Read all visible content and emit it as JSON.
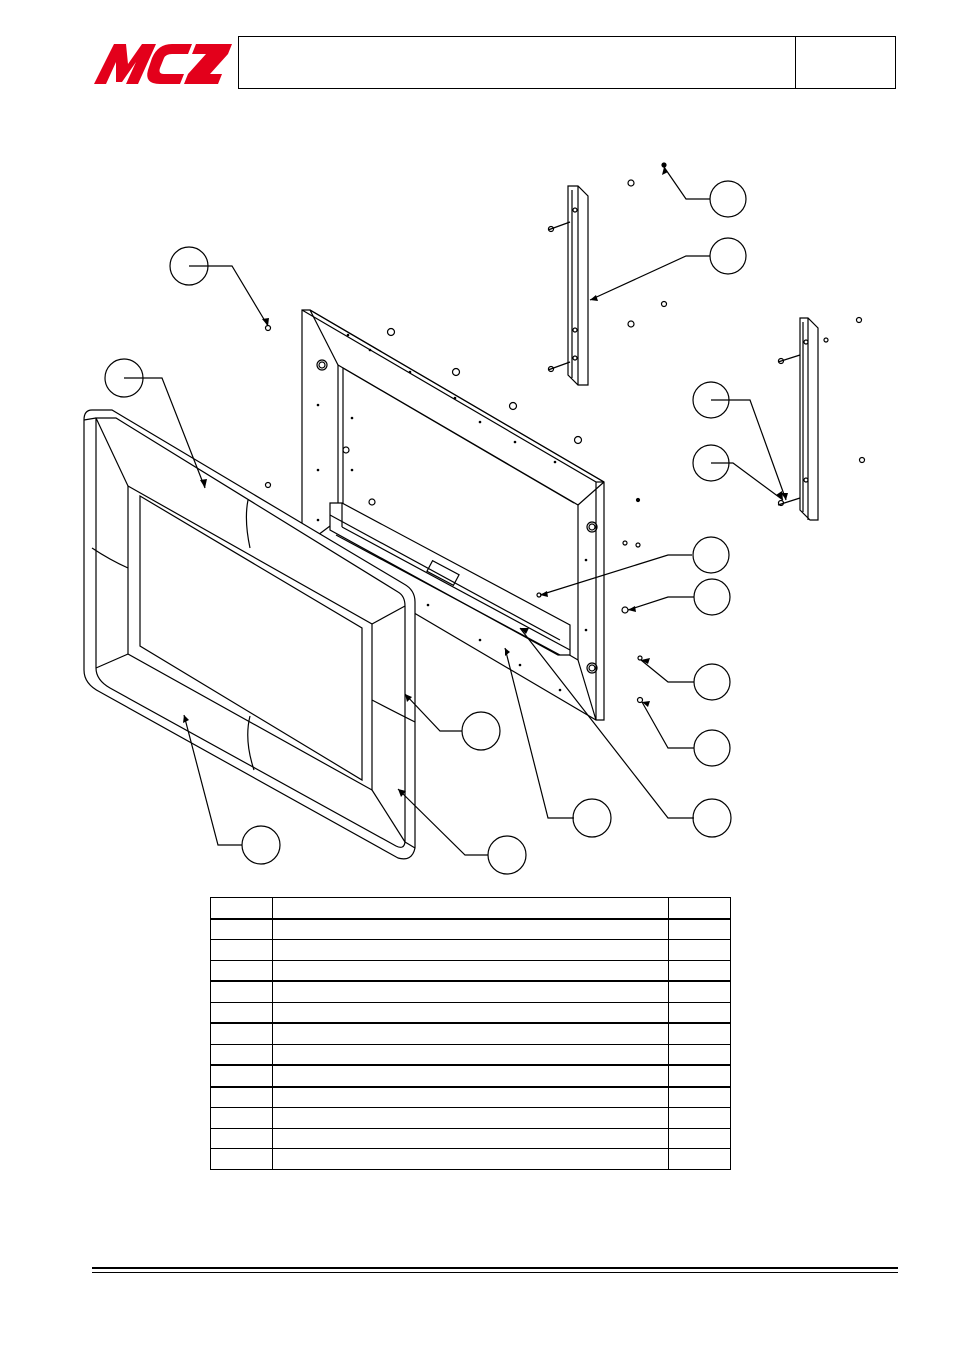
{
  "header": {
    "title": "",
    "code": ""
  },
  "brand": {
    "accent": "#e3001b",
    "logo_icon": "mcz-logo-icon"
  },
  "callouts": [
    {
      "id": "c1",
      "label": ""
    },
    {
      "id": "c2",
      "label": ""
    },
    {
      "id": "c3",
      "label": ""
    },
    {
      "id": "c4",
      "label": ""
    },
    {
      "id": "c5",
      "label": ""
    },
    {
      "id": "c6",
      "label": ""
    },
    {
      "id": "c7",
      "label": ""
    },
    {
      "id": "c8",
      "label": ""
    },
    {
      "id": "c9",
      "label": ""
    },
    {
      "id": "c10",
      "label": ""
    },
    {
      "id": "c11",
      "label": ""
    },
    {
      "id": "c12",
      "label": ""
    },
    {
      "id": "c13",
      "label": ""
    },
    {
      "id": "c14",
      "label": ""
    },
    {
      "id": "c15",
      "label": ""
    }
  ],
  "parts_table": {
    "headers": [
      "",
      "",
      ""
    ],
    "rows": [
      [
        "",
        "",
        ""
      ],
      [
        "",
        "",
        ""
      ],
      [
        "",
        "",
        ""
      ],
      [
        "",
        "",
        ""
      ],
      [
        "",
        "",
        ""
      ],
      [
        "",
        "",
        ""
      ],
      [
        "",
        "",
        ""
      ],
      [
        "",
        "",
        ""
      ],
      [
        "",
        "",
        ""
      ],
      [
        "",
        "",
        ""
      ],
      [
        "",
        "",
        ""
      ],
      [
        "",
        "",
        ""
      ]
    ]
  }
}
